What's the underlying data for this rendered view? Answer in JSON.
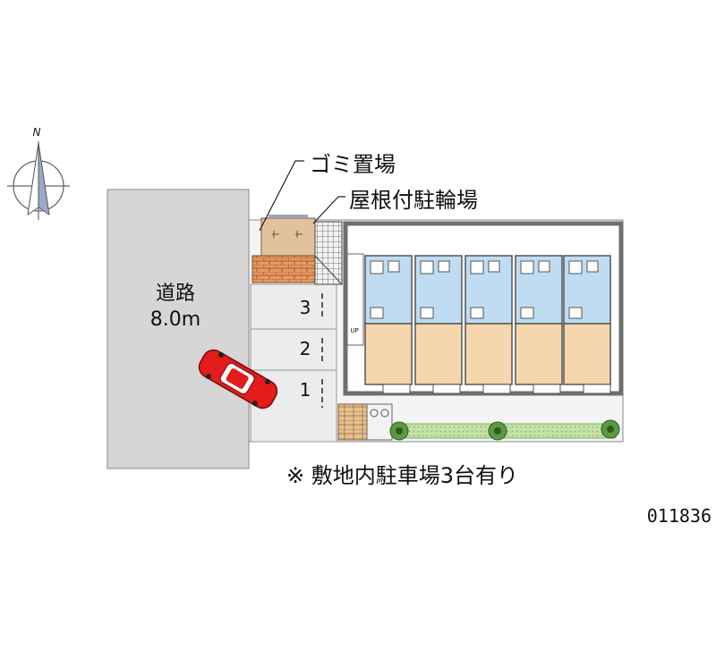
{
  "compass": {
    "north_label": "N",
    "icon": "north-arrow-icon"
  },
  "road": {
    "name": "道路",
    "width": "8.0m"
  },
  "facilities": {
    "garbage": "ゴミ置場",
    "bicycle_parking": "屋根付駐輪場"
  },
  "parking": {
    "spaces": [
      "3",
      "2",
      "1"
    ],
    "note": "※ 敷地内駐車場3台有り"
  },
  "map_id": "011836",
  "stairs_label": "UP",
  "colors": {
    "road": "#d6d6d6",
    "room": "#bfdcf2",
    "room_living": "#f6d6ad",
    "wall": "#6f6f6f",
    "garden": "#c4e0a8",
    "tree": "#5a9a44",
    "car": "#e31b1b",
    "brick": "#d88a52",
    "shed": "#e0c29c"
  }
}
